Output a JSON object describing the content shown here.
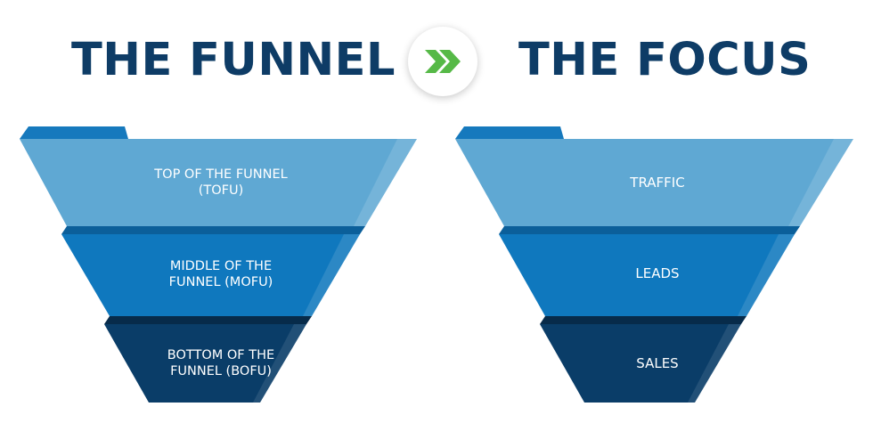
{
  "left": {
    "title": "THE FUNNEL",
    "stages": [
      {
        "label": "TOP OF THE FUNNEL\n(TOFU)"
      },
      {
        "label": "MIDDLE OF THE\nFUNNEL (MOFU)"
      },
      {
        "label": "BOTTOM OF THE\nFUNNEL (BOFU)"
      }
    ]
  },
  "right": {
    "title": "THE FOCUS",
    "stages": [
      {
        "label": "TRAFFIC"
      },
      {
        "label": "LEADS"
      },
      {
        "label": "SALES"
      }
    ]
  },
  "colors": {
    "title": "#0e3c66",
    "tier_top": "#5fa8d3",
    "tier_mid": "#0f78be",
    "tier_bottom": "#0a3d68",
    "arrow": "#56b947"
  },
  "icon": "double-chevron-right-icon"
}
